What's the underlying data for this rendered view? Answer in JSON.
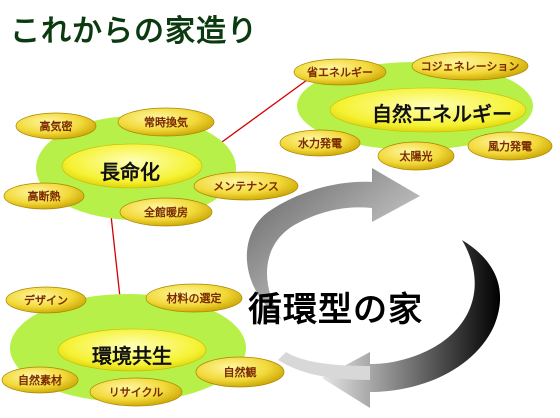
{
  "title": "これからの家造り",
  "cycle_label": "循環型の家",
  "groups": {
    "energy": {
      "label": "自然エネルギー",
      "items": [
        "省エネルギー",
        "コジェネレーション",
        "水力発電",
        "太陽光",
        "風力発電"
      ]
    },
    "longevity": {
      "label": "長命化",
      "items": [
        "高気密",
        "常時換気",
        "メンテナンス",
        "全館暖房",
        "高断熱"
      ]
    },
    "coexistence": {
      "label": "環境共生",
      "items": [
        "デザイン",
        "材料の選定",
        "自然観",
        "リサイクル",
        "自然素材"
      ]
    }
  },
  "colors": {
    "title": "#0b3a10",
    "halo": "#b8f04a",
    "core": "#f5f232",
    "pill": "#f2d93a",
    "pill_text": "#7a2a00",
    "connector": "#d40000"
  }
}
